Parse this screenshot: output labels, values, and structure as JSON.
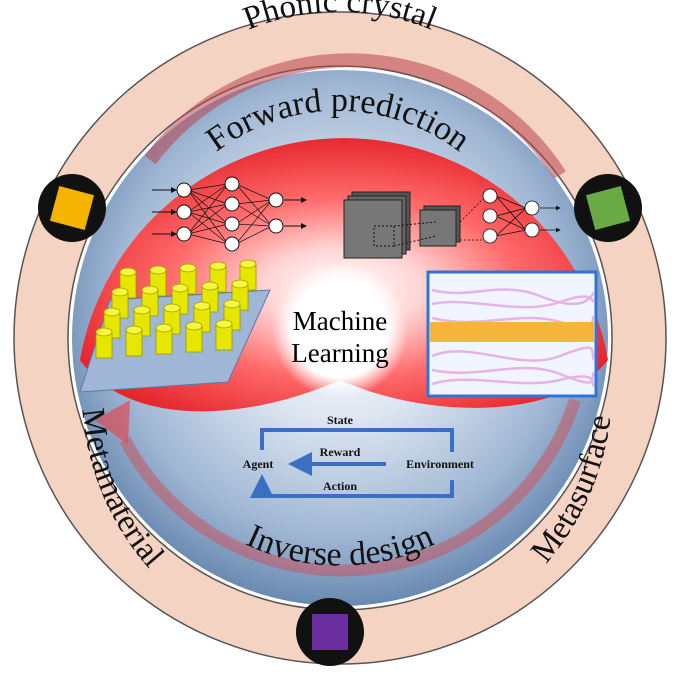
{
  "ring": {
    "top_label": "Phonic crystal",
    "left_label": "Metamaterial",
    "right_label": "Metasurface"
  },
  "center": {
    "line1": "Machine",
    "line2": "Learning"
  },
  "sections": {
    "forward": "Forward prediction",
    "inverse": "Inverse design"
  },
  "rl_loop": {
    "state": "State",
    "reward": "Reward",
    "action": "Action",
    "agent": "Agent",
    "environment": "Environment"
  },
  "colors": {
    "ring": "#f5d3c2",
    "forward_red": "#f0202a",
    "inverse_blue": "#2f5f96",
    "badge_orange": "#f5b400",
    "badge_green": "#6aaa45",
    "badge_purple": "#6b2fa0",
    "panel_border": "#2e75d6",
    "panel_band": "#f5b53a"
  }
}
